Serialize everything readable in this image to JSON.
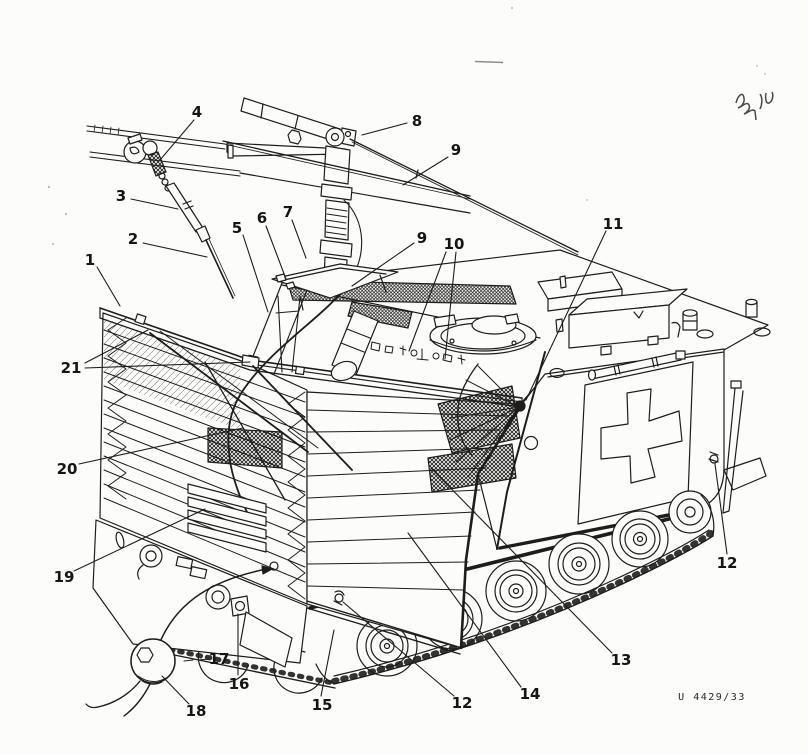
{
  "figure": {
    "reference": "U 4429/33",
    "subject": "Tracked armoured ambulance vehicle, rear three-quarter view, with erected antenna mast, stowed antenna rods, folded rear tent canvas, stacked stretchers and grounding ball on cable",
    "marking": "red-cross-panel",
    "colors": {
      "ink": "#1e1d1b",
      "paper": "#fcfcfa"
    }
  },
  "callouts": [
    {
      "label": "1"
    },
    {
      "label": "2"
    },
    {
      "label": "3"
    },
    {
      "label": "4"
    },
    {
      "label": "5"
    },
    {
      "label": "6"
    },
    {
      "label": "7"
    },
    {
      "label": "8"
    },
    {
      "label": "9"
    },
    {
      "label": "9"
    },
    {
      "label": "10"
    },
    {
      "label": "11"
    },
    {
      "label": "12"
    },
    {
      "label": "12"
    },
    {
      "label": "13"
    },
    {
      "label": "14"
    },
    {
      "label": "15"
    },
    {
      "label": "16"
    },
    {
      "label": "17"
    },
    {
      "label": "18"
    },
    {
      "label": "19"
    },
    {
      "label": "20"
    },
    {
      "label": "21"
    }
  ]
}
